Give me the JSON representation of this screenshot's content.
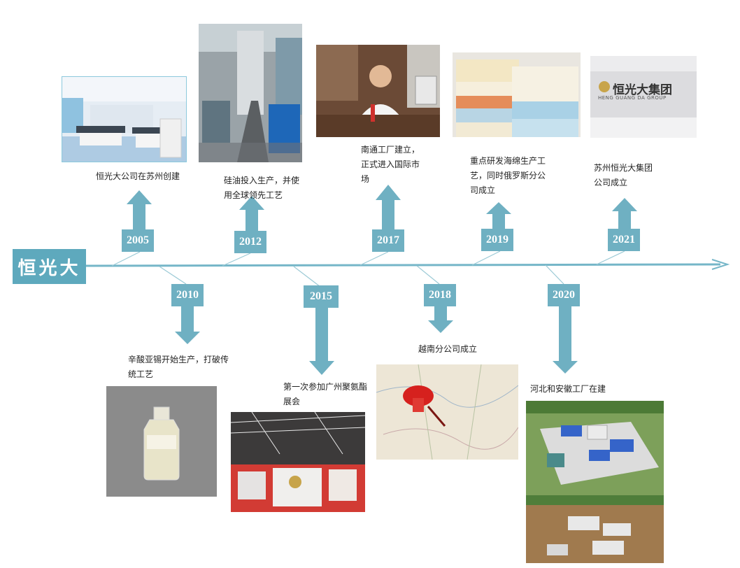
{
  "title": "恒光大",
  "colors": {
    "accent": "#5ea9bd",
    "arrow": "#6fb0c2",
    "axis": "#75b6c8"
  },
  "events": [
    {
      "year": "2005",
      "caption": "恒光大公司在苏州创建",
      "image": "laboratory-photo"
    },
    {
      "year": "2010",
      "caption": "辛酸亚锡开始生产，打破传统工艺",
      "image": "chemical-bottle-photo"
    },
    {
      "year": "2012",
      "caption": "硅油投入生产，并使用全球领先工艺",
      "image": "factory-conveyor-photo"
    },
    {
      "year": "2015",
      "caption": "第一次参加广州聚氨酯展会",
      "image": "exhibition-booth-photo"
    },
    {
      "year": "2017",
      "caption": "南通工厂建立，正式进入国际市场",
      "image": "office-portrait-photo"
    },
    {
      "year": "2018",
      "caption": "越南分公司成立",
      "image": "map-pin-photo"
    },
    {
      "year": "2019",
      "caption": "重点研发海绵生产工艺，同时俄罗斯分公司成立",
      "image": "foam-sponge-photo"
    },
    {
      "year": "2020",
      "caption": "河北和安徽工厂在建",
      "image": "plant-construction-photo"
    },
    {
      "year": "2021",
      "caption": "苏州恒光大集团公司成立",
      "image": "group-lobby-photo"
    }
  ],
  "lobby_sign": {
    "name": "恒光大集团",
    "english": "HENG GUANG DA GROUP"
  }
}
